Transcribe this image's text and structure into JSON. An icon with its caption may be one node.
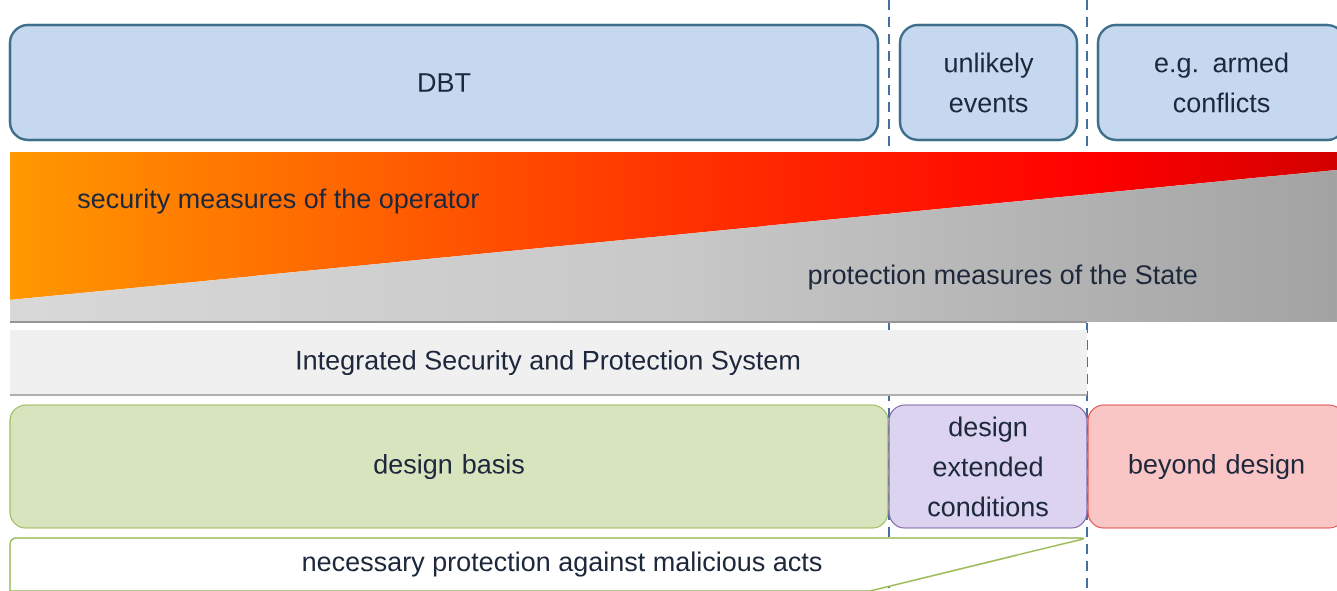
{
  "diagram": {
    "nodes": [
      {
        "text": [
          "DBT"
        ]
      },
      {
        "text": [
          "unlikely events"
        ]
      },
      {
        "text": [
          "e.g. armed conflicts"
        ]
      },
      {
        "text": [
          "security measures of the operator"
        ]
      },
      {
        "text": [
          "protection measures of the State"
        ]
      },
      {
        "text": [
          "Integrated Security and Protection System"
        ]
      },
      {
        "text": [
          "design basis"
        ]
      },
      {
        "text": [
          "design extended conditions"
        ]
      },
      {
        "text": [
          "beyond design"
        ]
      },
      {
        "text": [
          "necessary protection against malicious acts"
        ]
      }
    ]
  }
}
